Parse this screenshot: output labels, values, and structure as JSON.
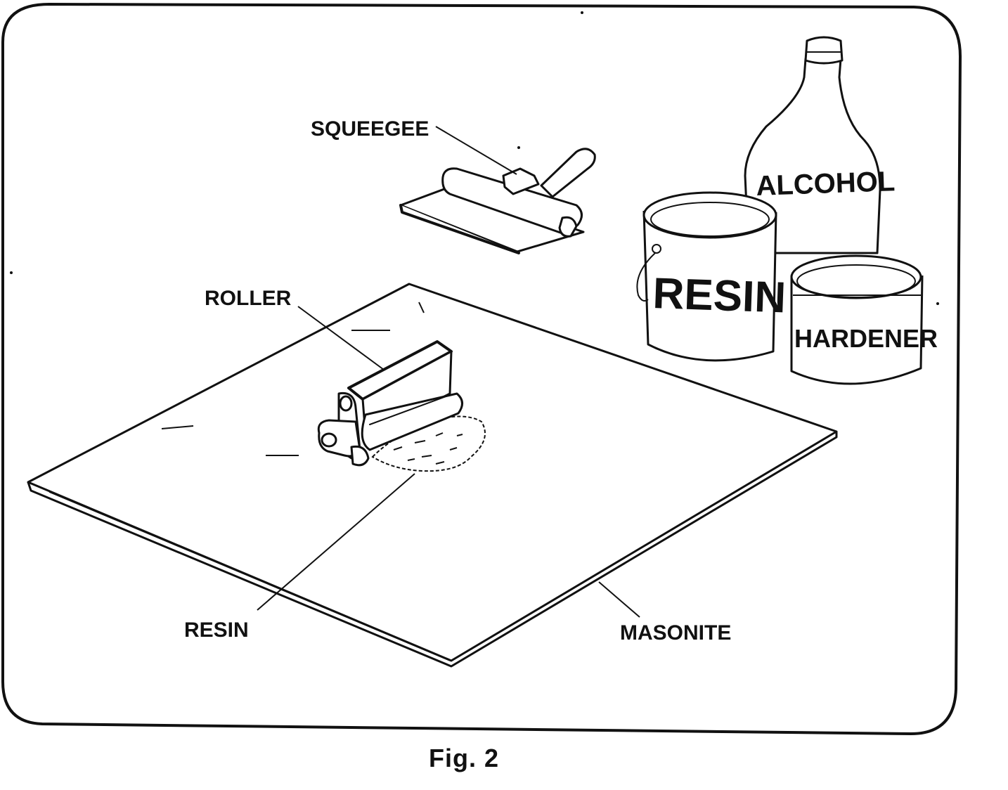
{
  "labels": {
    "squeegee": "SQUEEGEE",
    "roller": "ROLLER",
    "resin_pointer": "RESIN",
    "masonite": "MASONITE",
    "resin_can": "RESIN",
    "alcohol_bottle": "ALCOHOL",
    "hardener_can": "HARDENER"
  },
  "caption": "Fig. 2",
  "colors": {
    "ink": "#111111",
    "paper": "#ffffff"
  }
}
